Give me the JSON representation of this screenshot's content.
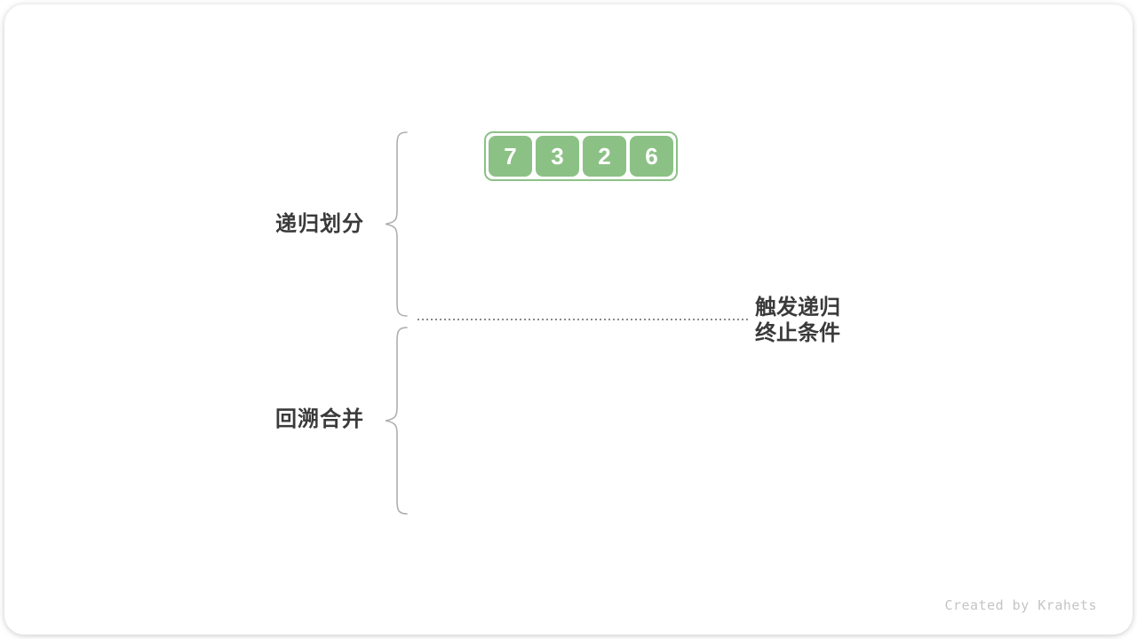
{
  "colors": {
    "green": "#8CC186",
    "cell-text": "#FFFFFF",
    "label-text": "#3A3A3A",
    "brace": "#AFAFAF",
    "dotted": "#8A8A8A",
    "watermark": "#C5C5C5",
    "card-bg": "#FFFFFF"
  },
  "array": {
    "values": [
      "7",
      "3",
      "2",
      "6"
    ]
  },
  "labels": {
    "recursive_partition": "递归划分",
    "backtrack_merge": "回溯合并",
    "termination_line1": "触发递归",
    "termination_line2": "终止条件"
  },
  "watermark": "Created by Krahets"
}
